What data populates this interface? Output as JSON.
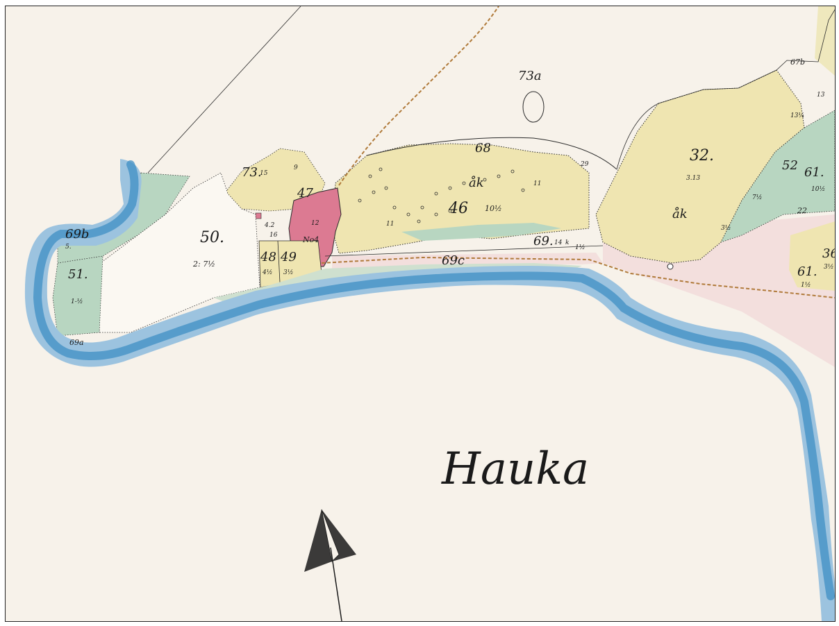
{
  "map": {
    "lake_name": "Hauka",
    "colors": {
      "paper": "#f7f2ea",
      "water_outer": "#9cc3df",
      "water_inner": "#3f8fc4",
      "meadow_green": "#b8d6c1",
      "field_yellow": "#efe5b1",
      "house_pink": "#dc7a92",
      "pink_area": "#f1d9d9",
      "boundary": "#2a2a2a",
      "road": "#b07a3a"
    },
    "parcels": {
      "p73a": "73a",
      "p67b": "67b",
      "p68": "68",
      "p32": "32.",
      "p32_area": "3.13",
      "p32_ak": "åk",
      "p73": "73.",
      "p73_area": "15",
      "p47": "47",
      "p12": "12",
      "p46": "46",
      "p46_ak": "åk",
      "p46_area": "10½",
      "p69": "69.",
      "p69_area": "14",
      "p69_k": "k",
      "p69_frac": "1½",
      "p69c": "69c",
      "p69b": "69b",
      "p69b_area": "5.",
      "p69a": "69a",
      "p50": "50.",
      "p50_area": "2: 7½",
      "p51": "51.",
      "p51_area": "1-½",
      "p48": "48",
      "p48_area": "4½",
      "p49": "49",
      "p49_area": "3½",
      "no4": "No4",
      "no4_12": "12",
      "p52": "52",
      "p61a": "61.",
      "p61a_area": "10½",
      "p61a_22": "22",
      "p36": "36",
      "p36_area": "3½",
      "p61b": "61.",
      "p61b_area": "1½",
      "p71": "7½",
      "p29": "29",
      "p13": "13",
      "p13b": "13¼",
      "p9": "9",
      "p11": "11",
      "p11b": "11",
      "p46_1": "4.2",
      "p46_2": "16",
      "p35": "3½"
    }
  }
}
